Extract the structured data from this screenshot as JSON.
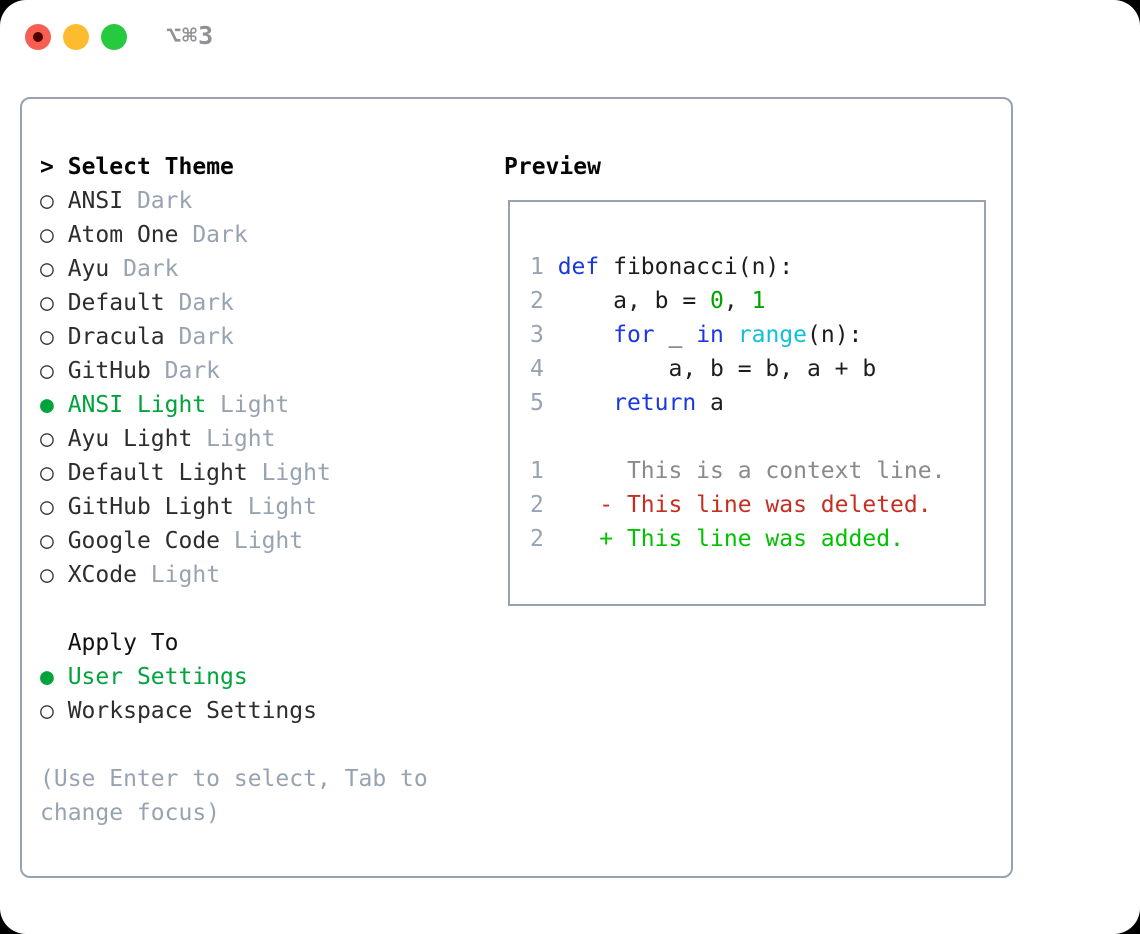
{
  "window": {
    "title": "⌥⌘3"
  },
  "theme_picker": {
    "prompt": ">",
    "header": "Select Theme",
    "bullet_unselected": "○",
    "bullet_selected": "●",
    "items": [
      {
        "name": "ANSI",
        "tag": "Dark",
        "selected": false
      },
      {
        "name": "Atom One",
        "tag": "Dark",
        "selected": false
      },
      {
        "name": "Ayu",
        "tag": "Dark",
        "selected": false
      },
      {
        "name": "Default",
        "tag": "Dark",
        "selected": false
      },
      {
        "name": "Dracula",
        "tag": "Dark",
        "selected": false
      },
      {
        "name": "GitHub",
        "tag": "Dark",
        "selected": false
      },
      {
        "name": "ANSI Light",
        "tag": "Light",
        "selected": true
      },
      {
        "name": "Ayu Light",
        "tag": "Light",
        "selected": false
      },
      {
        "name": "Default Light",
        "tag": "Light",
        "selected": false
      },
      {
        "name": "GitHub Light",
        "tag": "Light",
        "selected": false
      },
      {
        "name": "Google Code",
        "tag": "Light",
        "selected": false
      },
      {
        "name": "XCode",
        "tag": "Light",
        "selected": false
      }
    ]
  },
  "apply_to": {
    "header": "Apply To",
    "items": [
      {
        "name": "User Settings",
        "selected": true
      },
      {
        "name": "Workspace Settings",
        "selected": false
      }
    ]
  },
  "hint_lines": [
    "(Use Enter to select, Tab to",
    "change focus)"
  ],
  "preview": {
    "header": "Preview",
    "lines": [
      {
        "num": "1",
        "segments": [
          {
            "text": "def",
            "color": "keyword"
          },
          {
            "text": " fibonacci(n):",
            "color": "plain"
          }
        ]
      },
      {
        "num": "2",
        "segments": [
          {
            "text": "    a, b = ",
            "color": "plain"
          },
          {
            "text": "0",
            "color": "number"
          },
          {
            "text": ", ",
            "color": "plain"
          },
          {
            "text": "1",
            "color": "number"
          }
        ]
      },
      {
        "num": "3",
        "segments": [
          {
            "text": "    ",
            "color": "plain"
          },
          {
            "text": "for",
            "color": "keyword"
          },
          {
            "text": " _ ",
            "color": "plain"
          },
          {
            "text": "in",
            "color": "keyword"
          },
          {
            "text": " ",
            "color": "plain"
          },
          {
            "text": "range",
            "color": "builtin"
          },
          {
            "text": "(n):",
            "color": "plain"
          }
        ]
      },
      {
        "num": "4",
        "segments": [
          {
            "text": "        a, b = b, a + b",
            "color": "plain"
          }
        ]
      },
      {
        "num": "5",
        "segments": [
          {
            "text": "    ",
            "color": "plain"
          },
          {
            "text": "return",
            "color": "keyword"
          },
          {
            "text": " a",
            "color": "plain"
          }
        ]
      },
      {
        "num": "",
        "segments": []
      },
      {
        "num": "1",
        "segments": [
          {
            "text": "     This is a context line.",
            "color": "context"
          }
        ]
      },
      {
        "num": "2",
        "segments": [
          {
            "text": "   - This line was deleted.",
            "color": "deleted"
          }
        ]
      },
      {
        "num": "2",
        "segments": [
          {
            "text": "   + This line was added.",
            "color": "added"
          }
        ]
      }
    ]
  },
  "colors": {
    "keyword": "#1a38dd",
    "builtin": "#10c0d8",
    "number": "#00a400",
    "plain": "#1d1d1f",
    "context": "#8a8a8a",
    "deleted": "#c52f21",
    "added": "#00c200",
    "selection_green": "#00a33c",
    "dim_gray": "#98a3b1",
    "line_number": "#98a3b1",
    "border_gray": "#9aa3ad",
    "text_dark": "#2d2d2f",
    "traffic_red": "#f85e51",
    "traffic_yellow": "#fdbc2f",
    "traffic_green": "#27c93f",
    "title_gray": "#8f9094"
  }
}
